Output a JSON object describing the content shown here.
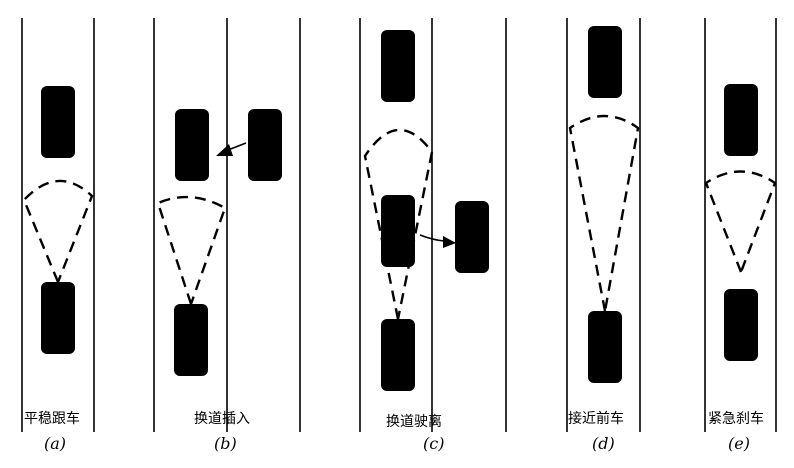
{
  "panels": [
    {
      "id": "a",
      "label": "平稳跟车",
      "caption": "(a)"
    },
    {
      "id": "b",
      "label": "换道插入",
      "caption": "(b)"
    },
    {
      "id": "c",
      "label": "换道驶离",
      "caption": "(c)"
    },
    {
      "id": "d",
      "label": "接近前车",
      "caption": "(d)"
    },
    {
      "id": "e",
      "label": "紧急刹车",
      "caption": "(e)"
    }
  ]
}
